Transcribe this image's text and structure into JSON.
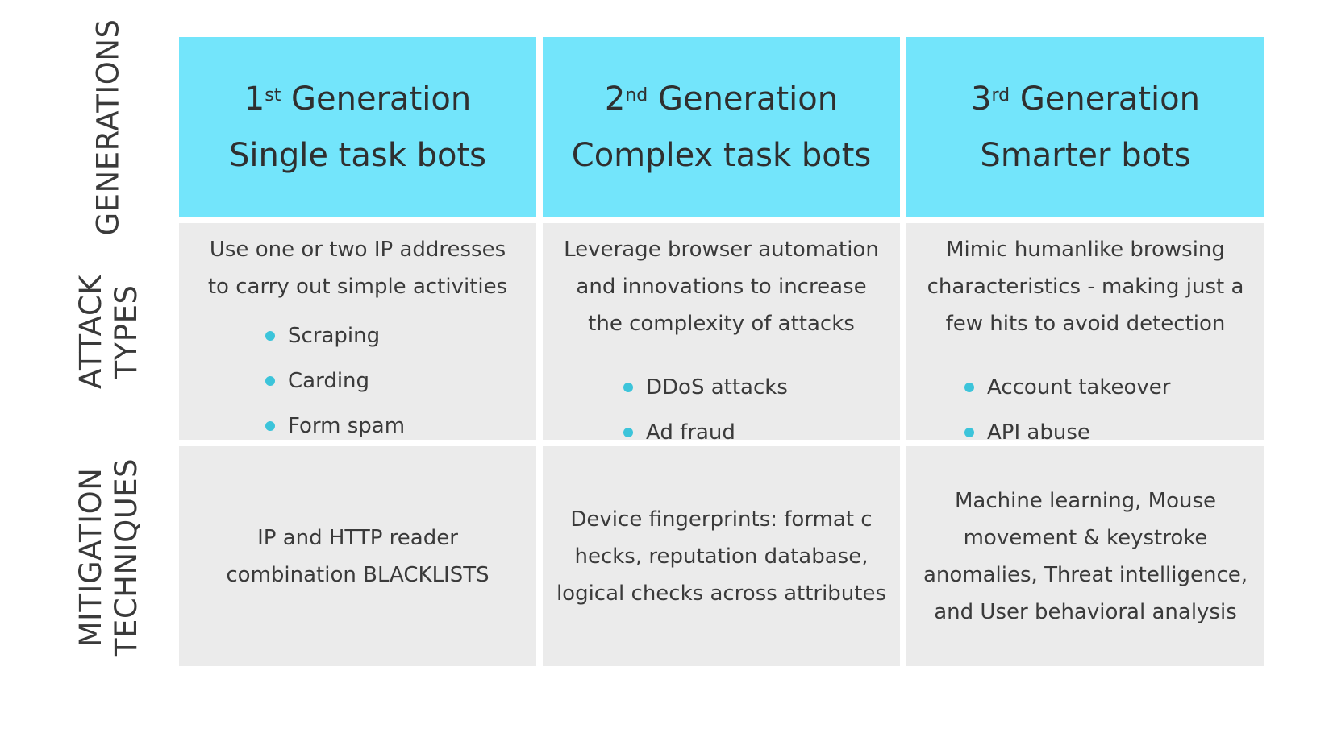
{
  "row_labels": {
    "generations": [
      "GENERATIONS"
    ],
    "attack_types": [
      "ATTACK",
      "TYPES"
    ],
    "mitigation": [
      "MITIGATION",
      "TECHNIQUES"
    ]
  },
  "columns": [
    {
      "ordinal_num": "1",
      "ordinal_suffix": "st",
      "generation_word": "Generation",
      "bot_type": "Single task bots",
      "attack_description": [
        "Use one or two IP addresses",
        "to carry out simple activities"
      ],
      "attack_examples": [
        "Scraping",
        "Carding",
        "Form spam"
      ],
      "mitigation": [
        "IP and HTTP reader",
        "combination BLACKLISTS"
      ]
    },
    {
      "ordinal_num": "2",
      "ordinal_suffix": "nd",
      "generation_word": "Generation",
      "bot_type": "Complex task bots",
      "attack_description": [
        "Leverage browser automation",
        "and innovations to increase",
        "the complexity of attacks"
      ],
      "attack_examples": [
        "DDoS attacks",
        "Ad fraud"
      ],
      "mitigation": [
        "Device fingerprints: format c",
        "hecks, reputation database,",
        "logical checks across attributes"
      ]
    },
    {
      "ordinal_num": "3",
      "ordinal_suffix": "rd",
      "generation_word": "Generation",
      "bot_type": "Smarter bots",
      "attack_description": [
        "Mimic humanlike browsing",
        "characteristics - making just a",
        "few hits to avoid detection"
      ],
      "attack_examples": [
        "Account takeover",
        "API abuse"
      ],
      "mitigation": [
        "Machine learning, Mouse",
        "movement & keystroke",
        "anomalies, Threat intelligence,",
        "and User behavioral analysis"
      ]
    }
  ],
  "colors": {
    "header_bg": "#73e5fb",
    "cell_bg": "#ebebeb",
    "bullet": "#3cc4da",
    "text": "#3a3a3a"
  }
}
